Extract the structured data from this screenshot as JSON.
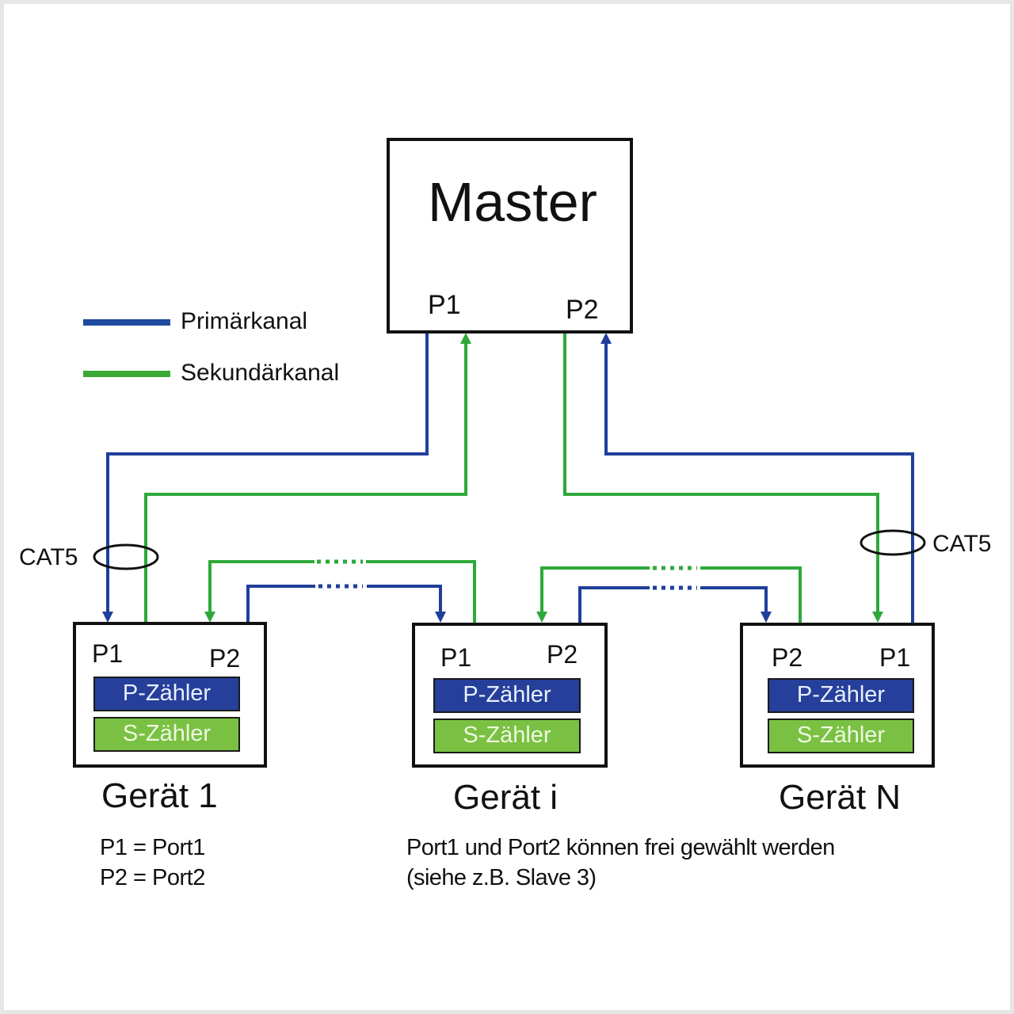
{
  "master": {
    "title": "Master",
    "port1": "P1",
    "port2": "P2"
  },
  "legend": {
    "items": [
      {
        "label": "Primärkanal",
        "color": "#1f4aa0"
      },
      {
        "label": "Sekundärkanal",
        "color": "#3aaa35"
      }
    ]
  },
  "colors": {
    "primary": "#1f3f9a",
    "secondary": "#2fa83a",
    "p_counter": "#263f9a",
    "s_counter": "#7ac143"
  },
  "cable_label": "CAT5",
  "devices": [
    {
      "name": "Gerät 1",
      "left_port": "P1",
      "right_port": "P2",
      "p_counter": "P-Zähler",
      "s_counter": "S-Zähler"
    },
    {
      "name": "Gerät i",
      "left_port": "P1",
      "right_port": "P2",
      "p_counter": "P-Zähler",
      "s_counter": "S-Zähler"
    },
    {
      "name": "Gerät N",
      "left_port": "P2",
      "right_port": "P1",
      "p_counter": "P-Zähler",
      "s_counter": "S-Zähler"
    }
  ],
  "notes": {
    "port_legend": [
      "P1 = Port1",
      "P2 = Port2"
    ],
    "remark": [
      "Port1 und Port2 können frei gewählt werden",
      "(siehe z.B. Slave 3)"
    ]
  }
}
